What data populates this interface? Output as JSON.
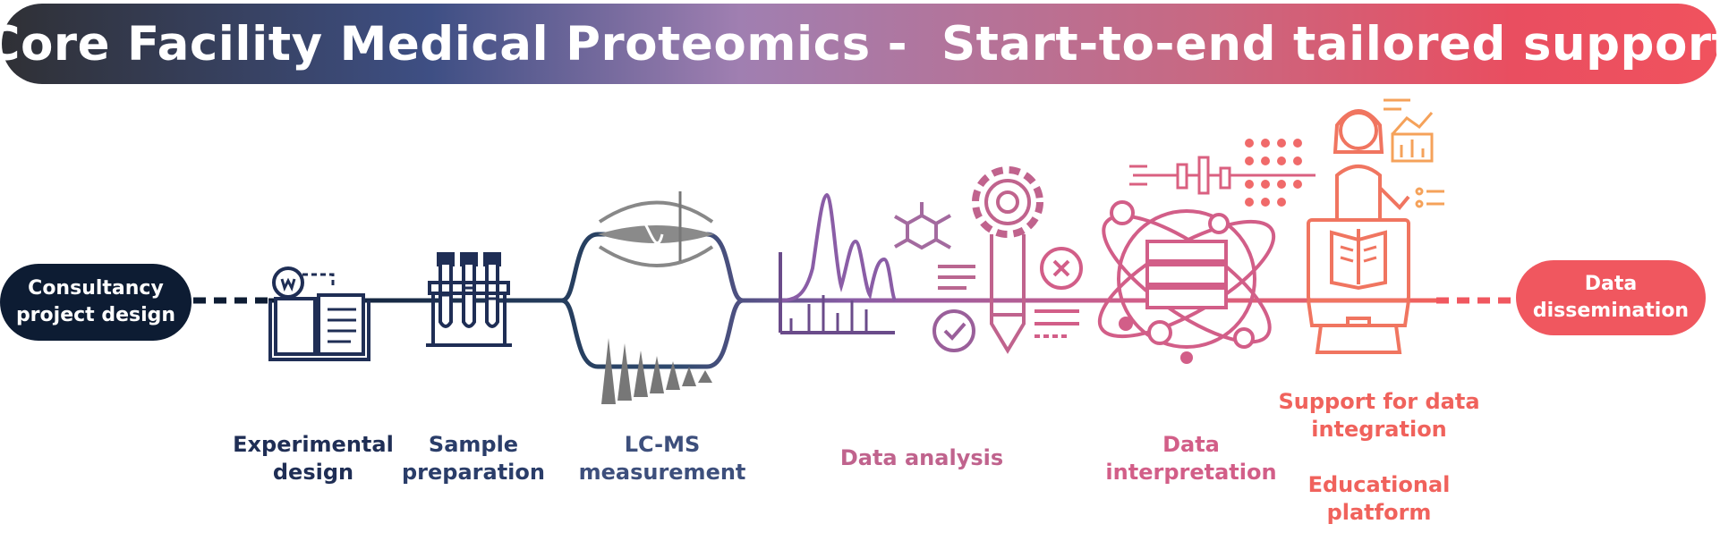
{
  "title": "Core Facility Medical Proteomics -  Start-to-end tailored support",
  "start_node": {
    "line1": "Consultancy",
    "line2": "project design"
  },
  "end_node": {
    "line1": "Data",
    "line2": "dissemination"
  },
  "steps": [
    {
      "line1": "Experimental",
      "line2": "design",
      "icon": "notebook-lightbulb-icon",
      "color": "#1f2e55"
    },
    {
      "line1": "Sample",
      "line2": "preparation",
      "icon": "test-tube-rack-icon",
      "color": "#2a3d69"
    },
    {
      "line1": "LC-MS",
      "line2": "measurement",
      "icon": "mass-spectrometer-icon",
      "color": "#3d4f7c"
    },
    {
      "line1": "Data analysis",
      "line2": "",
      "icon": "spectrum-gear-icon",
      "color": "#c0638d"
    },
    {
      "line1": "Data",
      "line2": "interpretation",
      "icon": "database-orbit-icon",
      "color": "#d25e88"
    },
    {
      "line1": "Support for data",
      "line2": "integration",
      "icon": "presenter-computer-icon",
      "color": "#f0625c"
    },
    {
      "line1": "Educational",
      "line2": "platform",
      "icon": "",
      "color": "#f0625c"
    }
  ],
  "colors": {
    "dark_navy": "#0d1c33",
    "navy": "#1f2e55",
    "purple": "#8a5da6",
    "pink": "#d25e88",
    "coral": "#f0625c",
    "gray": "#777777"
  }
}
